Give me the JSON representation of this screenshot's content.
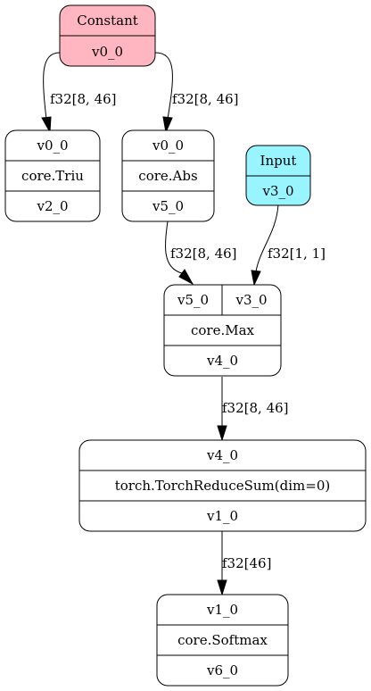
{
  "colors": {
    "constant_fill": "#ffb6c1",
    "input_fill": "#98f5ff",
    "op_fill": "#ffffff",
    "stroke": "#000000"
  },
  "nodes": {
    "constant": {
      "title": "Constant",
      "output": "v0_0"
    },
    "triu": {
      "input": "v0_0",
      "op": "core.Triu",
      "output": "v2_0"
    },
    "abs": {
      "input": "v0_0",
      "op": "core.Abs",
      "output": "v5_0"
    },
    "input": {
      "title": "Input",
      "output": "v3_0"
    },
    "max": {
      "input_a": "v5_0",
      "input_b": "v3_0",
      "op": "core.Max",
      "output": "v4_0"
    },
    "reducesum": {
      "input": "v4_0",
      "op": "torch.TorchReduceSum(dim=0)",
      "output": "v1_0"
    },
    "softmax": {
      "input": "v1_0",
      "op": "core.Softmax",
      "output": "v6_0"
    }
  },
  "edges": {
    "constant_to_triu": "f32[8, 46]",
    "constant_to_abs": "f32[8, 46]",
    "abs_to_max": "f32[8, 46]",
    "input_to_max": "f32[1, 1]",
    "max_to_reducesum": "f32[8, 46]",
    "reducesum_to_softmax": "f32[46]"
  }
}
